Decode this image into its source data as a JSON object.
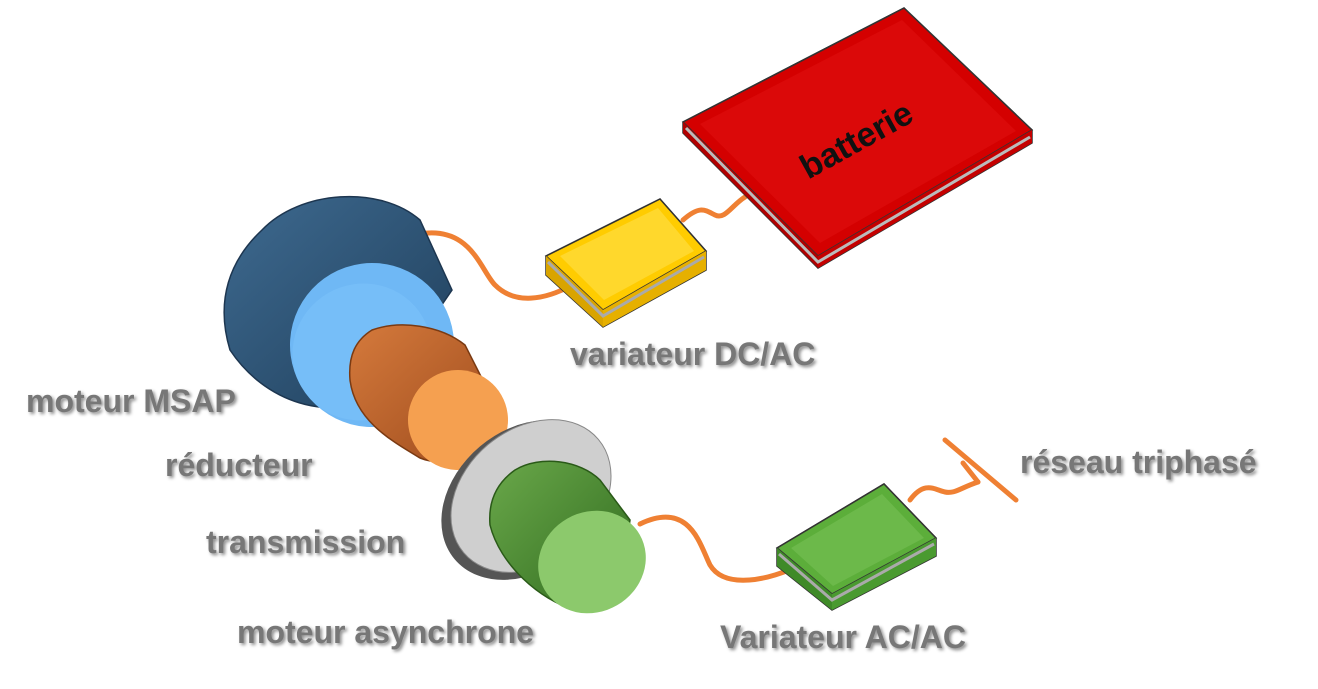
{
  "labels": {
    "batterie": "batterie",
    "variateur_dc_ac": "variateur DC/AC",
    "moteur_msap": "moteur MSAP",
    "reducteur": "réducteur",
    "transmission": "transmission",
    "moteur_asynchrone": "moteur asynchrone",
    "variateur_ac_ac": "Variateur AC/AC",
    "reseau_triphase": "réseau triphasé"
  },
  "colors": {
    "battery": "#d40000",
    "dc_ac_inverter": "#ffcc00",
    "msap_motor": "#2f5474",
    "msap_face": "#6fb8f5",
    "reducer": "#c8652a",
    "reducer_face": "#f5a050",
    "disc": "#cfcfcf",
    "async_motor": "#4e8a2e",
    "async_face": "#8cc96c",
    "ac_ac_inverter": "#5cae3a",
    "cable": "#ef8033",
    "label_text": "#777777"
  }
}
